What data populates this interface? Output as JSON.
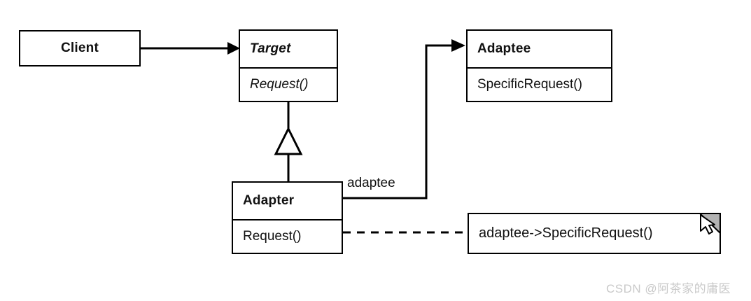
{
  "diagram": {
    "title": "Adapter Pattern Class Diagram",
    "type": "uml-class-diagram",
    "background_color": "#ffffff",
    "line_color": "#000000",
    "fold_fill_color": "#b3b3b3"
  },
  "classes": {
    "client": {
      "name": "Client",
      "operations": [],
      "abstract": false
    },
    "target": {
      "name": "Target",
      "operations": [
        "Request()"
      ],
      "abstract": true
    },
    "adaptee": {
      "name": "Adaptee",
      "operations": [
        "SpecificRequest()"
      ],
      "abstract": false
    },
    "adapter": {
      "name": "Adapter",
      "operations": [
        "Request()"
      ],
      "abstract": false
    }
  },
  "note": {
    "text": "adaptee->SpecificRequest()"
  },
  "labels": {
    "association_role": "adaptee"
  },
  "relationships": [
    {
      "from": "Client",
      "to": "Target",
      "kind": "association",
      "arrow": "filled-arrow"
    },
    {
      "from": "Adapter",
      "to": "Target",
      "kind": "generalization",
      "arrow": "hollow-triangle"
    },
    {
      "from": "Adapter",
      "to": "Adaptee",
      "kind": "association",
      "arrow": "filled-arrow",
      "role": "adaptee"
    },
    {
      "from": "Adapter.Request()",
      "to": "note",
      "kind": "note-anchor",
      "arrow": "dashed"
    }
  ],
  "watermark": {
    "text": "CSDN @阿茶家的庸医"
  },
  "cursor": {
    "name": "mouse-pointer"
  }
}
